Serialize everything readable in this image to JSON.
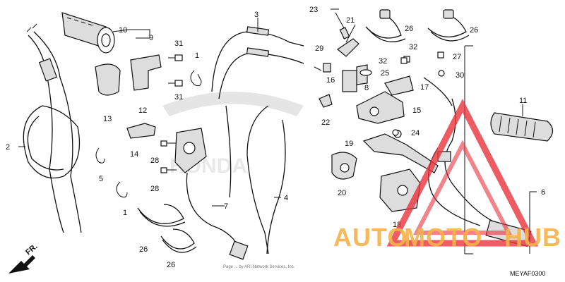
{
  "diagram": {
    "code": "MEYAF0300",
    "direction_label": "FR.",
    "copyright": "Page ... by ARI Network Services, Inc.",
    "callouts": [
      "1",
      "2",
      "3",
      "4",
      "5",
      "6",
      "7",
      "8",
      "9",
      "10",
      "11",
      "12",
      "13",
      "14",
      "15",
      "16",
      "17",
      "18",
      "19",
      "20",
      "21",
      "22",
      "23",
      "24",
      "25",
      "26",
      "27",
      "28",
      "29",
      "30",
      "31",
      "32"
    ]
  },
  "watermark": {
    "text_a": "AUTO",
    "text_b": "MOTO",
    "text_c": "HUB",
    "color_text": "#f5b24a",
    "color_triangle": "#e8323c"
  }
}
